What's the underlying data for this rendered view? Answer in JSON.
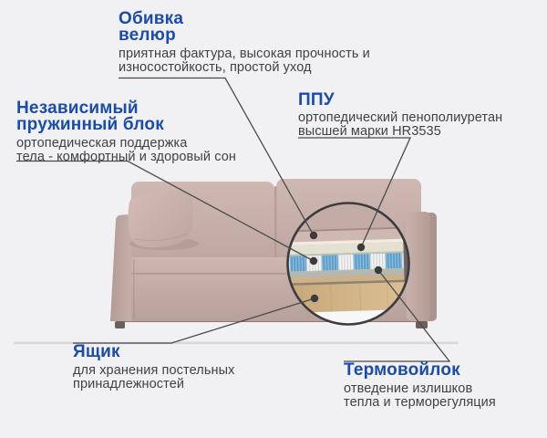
{
  "colors": {
    "background": "#f1f0f2",
    "accent_blue": "#1a4caa",
    "body_text": "#3e4245",
    "callout_line": "#4b4b4e",
    "dot": "#3b3b3d",
    "sofa_fabric": "#c3aca6",
    "sofa_fabric_light": "#ccb5ae",
    "sofa_fabric_dark": "#a8918a",
    "foam": "#e4e1d2",
    "felt_gray": "#b4b8af",
    "spring_blue": "#5ea6d4",
    "spring_white": "#f1f2f0",
    "wood": "#d6ba8e"
  },
  "callouts": [
    {
      "id": "upholstery",
      "title": "Обивка\nвелюр",
      "description": "приятная фактура, высокая прочность и\nизносостойкость, простой уход"
    },
    {
      "id": "spring-block",
      "title": "Независимый\nпружинный блок",
      "description": "ортопедическая поддержка\nтела - комфортный и здоровый сон"
    },
    {
      "id": "ppu-foam",
      "title": "ППУ",
      "description": "ортопедический пенополиуретан\nвысшей марки HR3535"
    },
    {
      "id": "storage-box",
      "title": "Ящик",
      "description": "для хранения постельных\nпринадлежностей"
    },
    {
      "id": "thermo-felt",
      "title": "Термовойлок",
      "description": "отведение излишков\nтепла и терморегуляция"
    }
  ]
}
